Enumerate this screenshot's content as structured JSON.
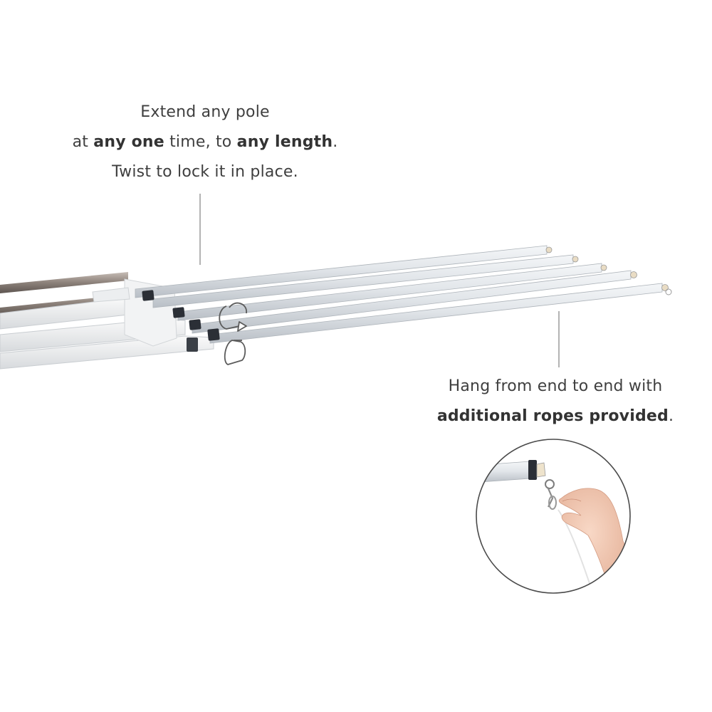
{
  "captions": {
    "extend": {
      "line1": "Extend any pole",
      "line2_pre": "at ",
      "line2_bold1": "any one",
      "line2_mid": " time, to ",
      "line2_bold2": "any length",
      "line2_post": ".",
      "line3": "Twist to lock it in place."
    },
    "hang": {
      "line1": "Hang from end to end with",
      "line2_bold": "additional ropes provided",
      "line2_post": "."
    }
  },
  "colors": {
    "background": "#ffffff",
    "text": "#3f3f3f",
    "pole": "#d9dde1",
    "steel": "#8a7f78",
    "cap": "#2b2f36"
  },
  "icons": [
    "twist-arrow-icon",
    "inset-detail-circle"
  ]
}
